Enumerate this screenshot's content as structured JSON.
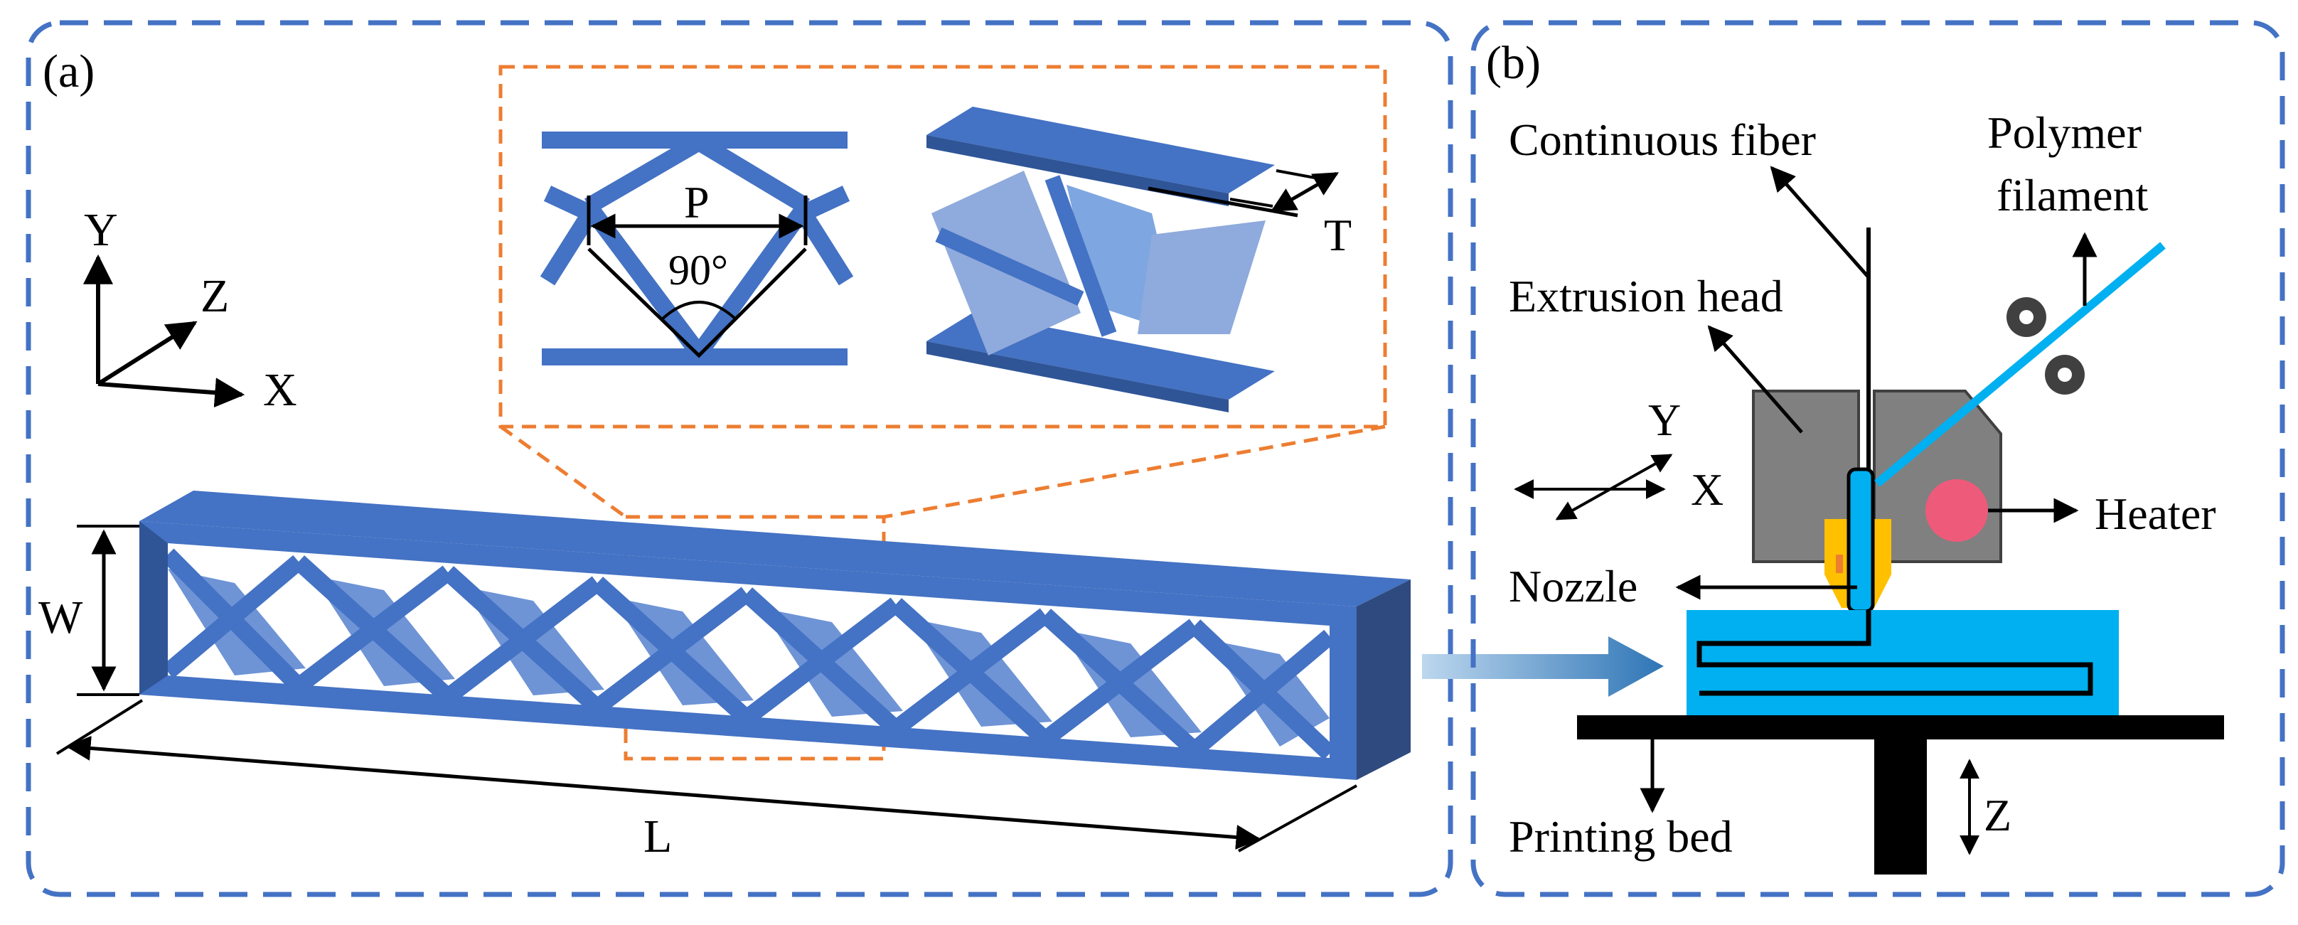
{
  "panel_a": {
    "tag": "(a)",
    "axes": {
      "y": "Y",
      "z": "Z",
      "x": "X"
    },
    "dimensions": {
      "width": "W",
      "length": "L"
    },
    "inset": {
      "period": "P",
      "angle": "90°",
      "thickness": "T"
    }
  },
  "panel_b": {
    "tag": "(b)",
    "labels": {
      "continuous_fiber": "Continuous fiber",
      "polymer_line1": "Polymer",
      "polymer_line2": "filament",
      "extrusion_head": "Extrusion head",
      "heater": "Heater",
      "nozzle": "Nozzle",
      "printing_bed": "Printing bed"
    },
    "axes": {
      "y": "Y",
      "x": "X",
      "z": "Z"
    }
  },
  "colors": {
    "panel_border": "#4472C4",
    "inset_border": "#ED7D31",
    "lattice_blue": "#4472C4",
    "fiber_cyan": "#00B0F0",
    "heater_pink": "#EE5A7A",
    "nozzle_orange": "#FFC000",
    "head_gray": "#808080"
  }
}
